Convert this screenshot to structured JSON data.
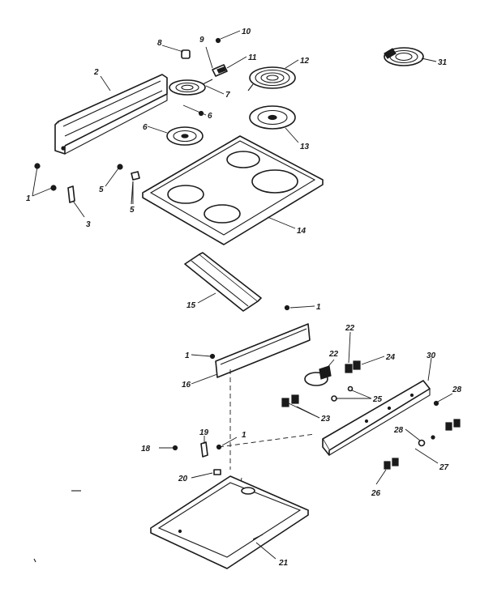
{
  "callouts": {
    "c1a": "1",
    "c1b": "1",
    "c1c": "1",
    "c1d": "1",
    "c2": "2",
    "c3": "3",
    "c5a": "5",
    "c5b": "5",
    "c6a": "6",
    "c6b": "6",
    "c7": "7",
    "c8": "8",
    "c9": "9",
    "c10": "10",
    "c11": "11",
    "c12": "12",
    "c13": "13",
    "c14": "14",
    "c15": "15",
    "c16": "16",
    "c18": "18",
    "c19": "19",
    "c20": "20",
    "c21": "21",
    "c22a": "22",
    "c22b": "22",
    "c23": "23",
    "c24": "24",
    "c25": "25",
    "c26": "26",
    "c27": "27",
    "c28a": "28",
    "c28b": "28",
    "c30": "30",
    "c31": "31"
  }
}
